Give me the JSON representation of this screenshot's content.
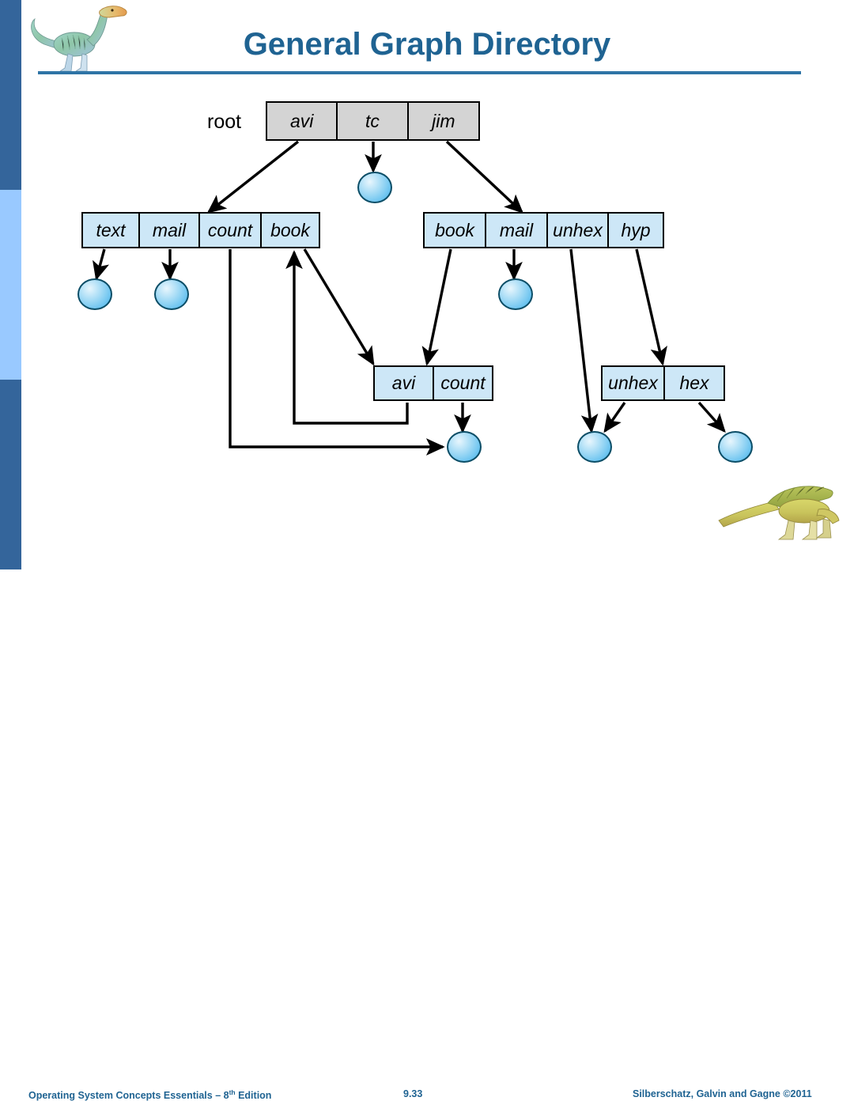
{
  "slide": {
    "title": "General Graph Directory",
    "title_color": "#1F6392",
    "rule_color": "#2E74A6",
    "background": "#FFFFFF"
  },
  "stripe": {
    "top_color": "#34659B",
    "mid_color": "#99C9FF",
    "bottom_color": "#34659B"
  },
  "diagram": {
    "root_label": "root",
    "root_box": {
      "name": "root-directory-box",
      "fill": "#D4D4D4",
      "cells": [
        "avi",
        "tc",
        "jim"
      ]
    },
    "boxes": [
      {
        "name": "avi-directory-box",
        "fill": "#CDE7F7",
        "cells": [
          "text",
          "mail",
          "count",
          "book"
        ]
      },
      {
        "name": "jim-directory-box",
        "fill": "#CDE7F7",
        "cells": [
          "book",
          "mail",
          "unhex",
          "hyp"
        ]
      },
      {
        "name": "count-directory-box",
        "fill": "#CDE7F7",
        "cells": [
          "avi",
          "count"
        ]
      },
      {
        "name": "unhex-directory-box",
        "fill": "#CDE7F7",
        "cells": [
          "unhex",
          "hex"
        ]
      }
    ],
    "leaf_color": "#6FC5F0",
    "leaf_border": "#0B4D66",
    "leaf_count": 8,
    "edge_color": "#000000"
  },
  "footer": {
    "left": "Operating System Concepts Essentials",
    "left_suffix": " – 8",
    "left_sup": "th",
    "left_tail": " Edition",
    "slide_number": "9.33",
    "right": "Silberschatz, Galvin and Gagne ©2011",
    "color": "#1F6392"
  }
}
